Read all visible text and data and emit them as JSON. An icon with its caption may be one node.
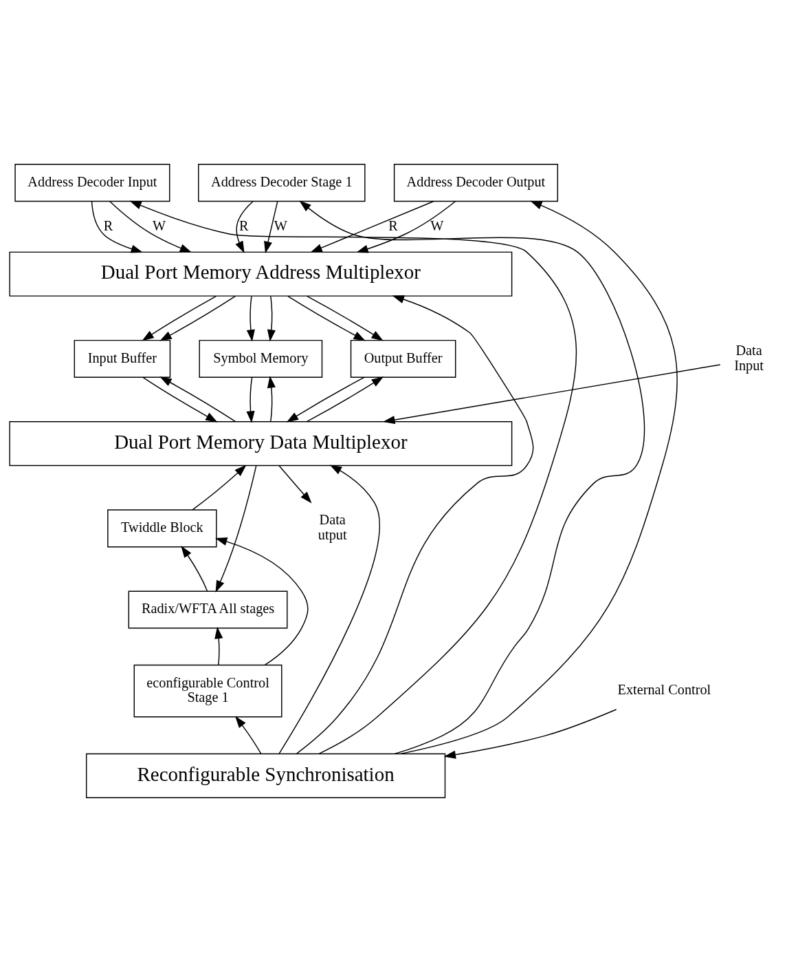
{
  "diagram": {
    "nodes": [
      {
        "text": [
          "Address Decoder Input"
        ]
      },
      {
        "text": [
          "Address Decoder Stage 1"
        ]
      },
      {
        "text": [
          "Address Decoder Output"
        ]
      },
      {
        "text": [
          "Dual Port Memory Address Multiplexor"
        ]
      },
      {
        "text": [
          "Input Buffer"
        ]
      },
      {
        "text": [
          "Symbol Memory"
        ]
      },
      {
        "text": [
          "Output Buffer"
        ]
      },
      {
        "text": [
          "Dual Port Memory Data Multiplexor"
        ]
      },
      {
        "text": [
          "Twiddle Block"
        ]
      },
      {
        "text": [
          "Radix/WFTA All stages"
        ]
      },
      {
        "text": [
          "econfigurable Control",
          "Stage 1"
        ]
      },
      {
        "text": [
          "Reconfigurable Synchronisation"
        ]
      },
      {
        "text": [
          "Data",
          "Input"
        ]
      },
      {
        "text": [
          "Data",
          "utput"
        ]
      },
      {
        "text": [
          "External Control"
        ]
      }
    ],
    "edges": [
      {
        "from": 11,
        "to": 0,
        "arrow": "to"
      },
      {
        "from": 11,
        "to": 1,
        "arrow": "to"
      },
      {
        "from": 11,
        "to": 2,
        "arrow": "to"
      },
      {
        "from": 0,
        "to": 3,
        "arrow": "to",
        "label": "R"
      },
      {
        "from": 0,
        "to": 3,
        "arrow": "to",
        "label": "W"
      },
      {
        "from": 1,
        "to": 3,
        "arrow": "to",
        "label": "R"
      },
      {
        "from": 1,
        "to": 3,
        "arrow": "to",
        "label": "W"
      },
      {
        "from": 2,
        "to": 3,
        "arrow": "to",
        "label": "R"
      },
      {
        "from": 2,
        "to": 3,
        "arrow": "to",
        "label": "W"
      },
      {
        "from": 11,
        "to": 3,
        "arrow": "to"
      },
      {
        "from": 3,
        "to": 4,
        "arrow": "to"
      },
      {
        "from": 3,
        "to": 4,
        "arrow": "to"
      },
      {
        "from": 3,
        "to": 5,
        "arrow": "to"
      },
      {
        "from": 3,
        "to": 5,
        "arrow": "to"
      },
      {
        "from": 3,
        "to": 6,
        "arrow": "to"
      },
      {
        "from": 3,
        "to": 6,
        "arrow": "to"
      },
      {
        "from": 4,
        "to": 7,
        "arrow": "to"
      },
      {
        "from": 7,
        "to": 4,
        "arrow": "to"
      },
      {
        "from": 5,
        "to": 7,
        "arrow": "to"
      },
      {
        "from": 7,
        "to": 5,
        "arrow": "to"
      },
      {
        "from": 6,
        "to": 7,
        "arrow": "to"
      },
      {
        "from": 7,
        "to": 6,
        "arrow": "to"
      },
      {
        "from": 11,
        "to": 7,
        "arrow": "to"
      },
      {
        "from": 12,
        "to": 7,
        "arrow": "to"
      },
      {
        "from": 7,
        "to": 13,
        "arrow": "to"
      },
      {
        "from": 7,
        "to": 9,
        "arrow": "to"
      },
      {
        "from": 8,
        "to": 7,
        "arrow": "to"
      },
      {
        "from": 9,
        "to": 8,
        "arrow": "to"
      },
      {
        "from": 10,
        "to": 9,
        "arrow": "to"
      },
      {
        "from": 10,
        "to": 8,
        "arrow": "to"
      },
      {
        "from": 11,
        "to": 10,
        "arrow": "to"
      },
      {
        "from": 14,
        "to": 11,
        "arrow": "to"
      }
    ]
  }
}
